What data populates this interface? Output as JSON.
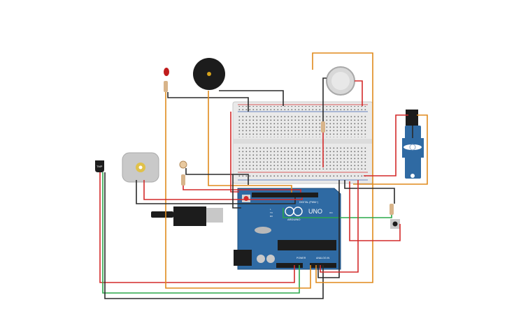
{
  "circuit": {
    "arduino": {
      "brand_label": "ARDUINO",
      "model_label": "UNO",
      "digital_header_label": "DIGITAL (PWM~)",
      "power_header_label": "POWER",
      "analog_header_label": "ANALOG IN",
      "tx_label": "TX",
      "rx_label": "RX",
      "l_label": "L",
      "on_label": "ON"
    },
    "temperature_sensor": {
      "label": "TMP"
    },
    "components": [
      "arduino-uno",
      "breadboard",
      "piezo-buzzer",
      "gas-sensor",
      "servo-motor",
      "dc-motor",
      "temperature-sensor",
      "red-led",
      "photoresistor",
      "pushbutton",
      "usb-cable",
      "resistors"
    ],
    "wire_colors": {
      "red": "#d42a2a",
      "green": "#2aa84a",
      "black": "#2a2a2a",
      "orange": "#e08a1c"
    },
    "board_color": "#2f6aa3",
    "breadboard_color": "#e9e9e9"
  }
}
